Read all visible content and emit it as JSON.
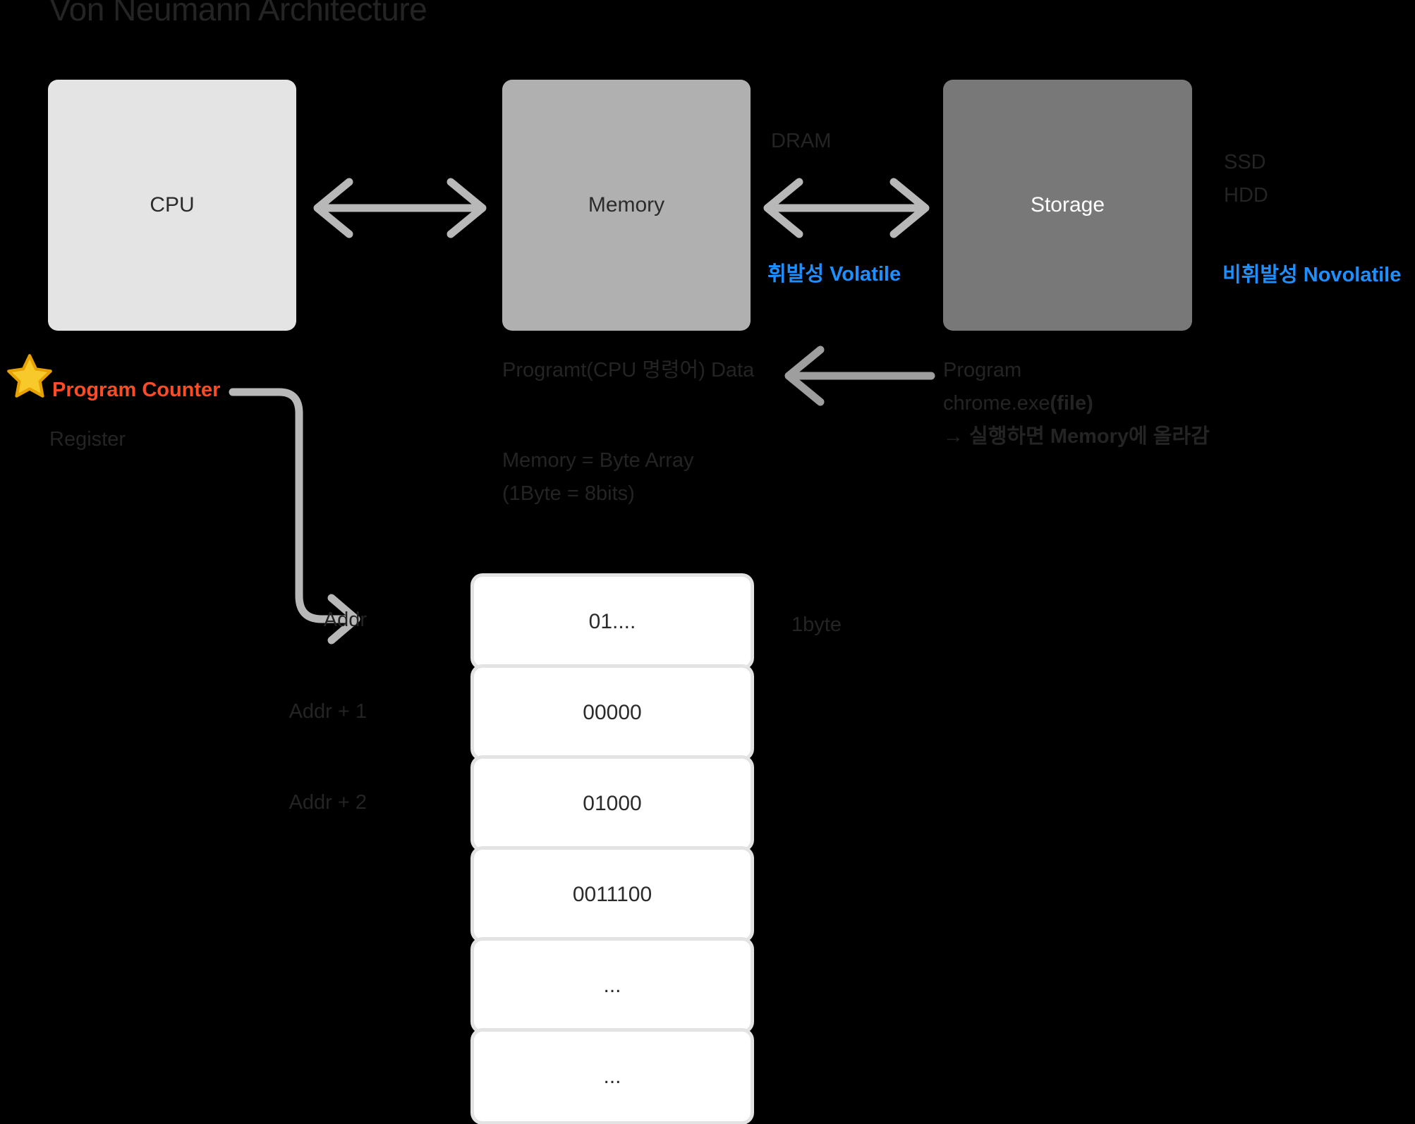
{
  "title": "Von Neumann Architecture",
  "components": {
    "cpu": {
      "label": "CPU"
    },
    "memory": {
      "label": "Memory"
    },
    "storage": {
      "label": "Storage"
    }
  },
  "annotations": {
    "dram": "DRAM",
    "volatile": "휘발성 Volatile",
    "ssd": "SSD",
    "hdd": "HDD",
    "novolatile": "비휘발성 Novolatile",
    "program_data": "Programt(CPU 명령어) Data",
    "memory_array_line1": "Memory = Byte Array",
    "memory_array_line2": "(1Byte = 8bits)",
    "program_line1": "Program",
    "program_line2_normal": "chrome.exe",
    "program_line2_bold": "(file)",
    "program_line3": "→ 실행하면 Memory에 올라감",
    "byte_size": "1byte"
  },
  "program_counter": {
    "star_icon": "star-icon",
    "label": "Program Counter",
    "register_label": "Register"
  },
  "addresses": [
    "Addr",
    "Addr + 1",
    "Addr + 2"
  ],
  "memory_cells": [
    "01....",
    "00000",
    "01000",
    "0011100",
    "...",
    "..."
  ],
  "colors": {
    "background": "#000000",
    "title_text": "#242424",
    "cpu_box": "#E4E4E4",
    "memory_box": "#B0B0B0",
    "storage_box": "#787878",
    "accent_blue": "#1E8FFF",
    "accent_orange": "#FB4C27",
    "arrow_gray": "#B8B8B8",
    "cell_white": "#FFFFFF",
    "cell_border": "#E3E3E3"
  }
}
